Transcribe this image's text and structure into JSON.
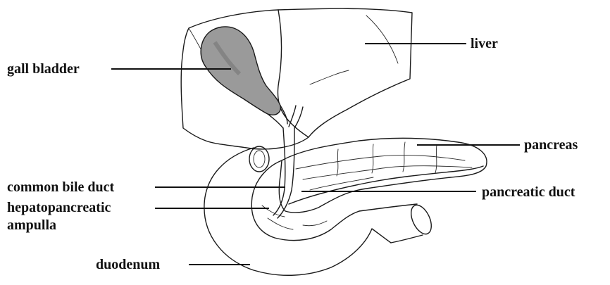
{
  "labels": {
    "liver": "liver",
    "gall_bladder": "gall bladder",
    "pancreas": "pancreas",
    "common_bile_duct": "common bile duct",
    "pancreatic_duct": "pancreatic duct",
    "hepatopancreatic_line1": "hepatopancreatic",
    "hepatopancreatic_line2": "ampulla",
    "duodenum": "duodenum"
  }
}
